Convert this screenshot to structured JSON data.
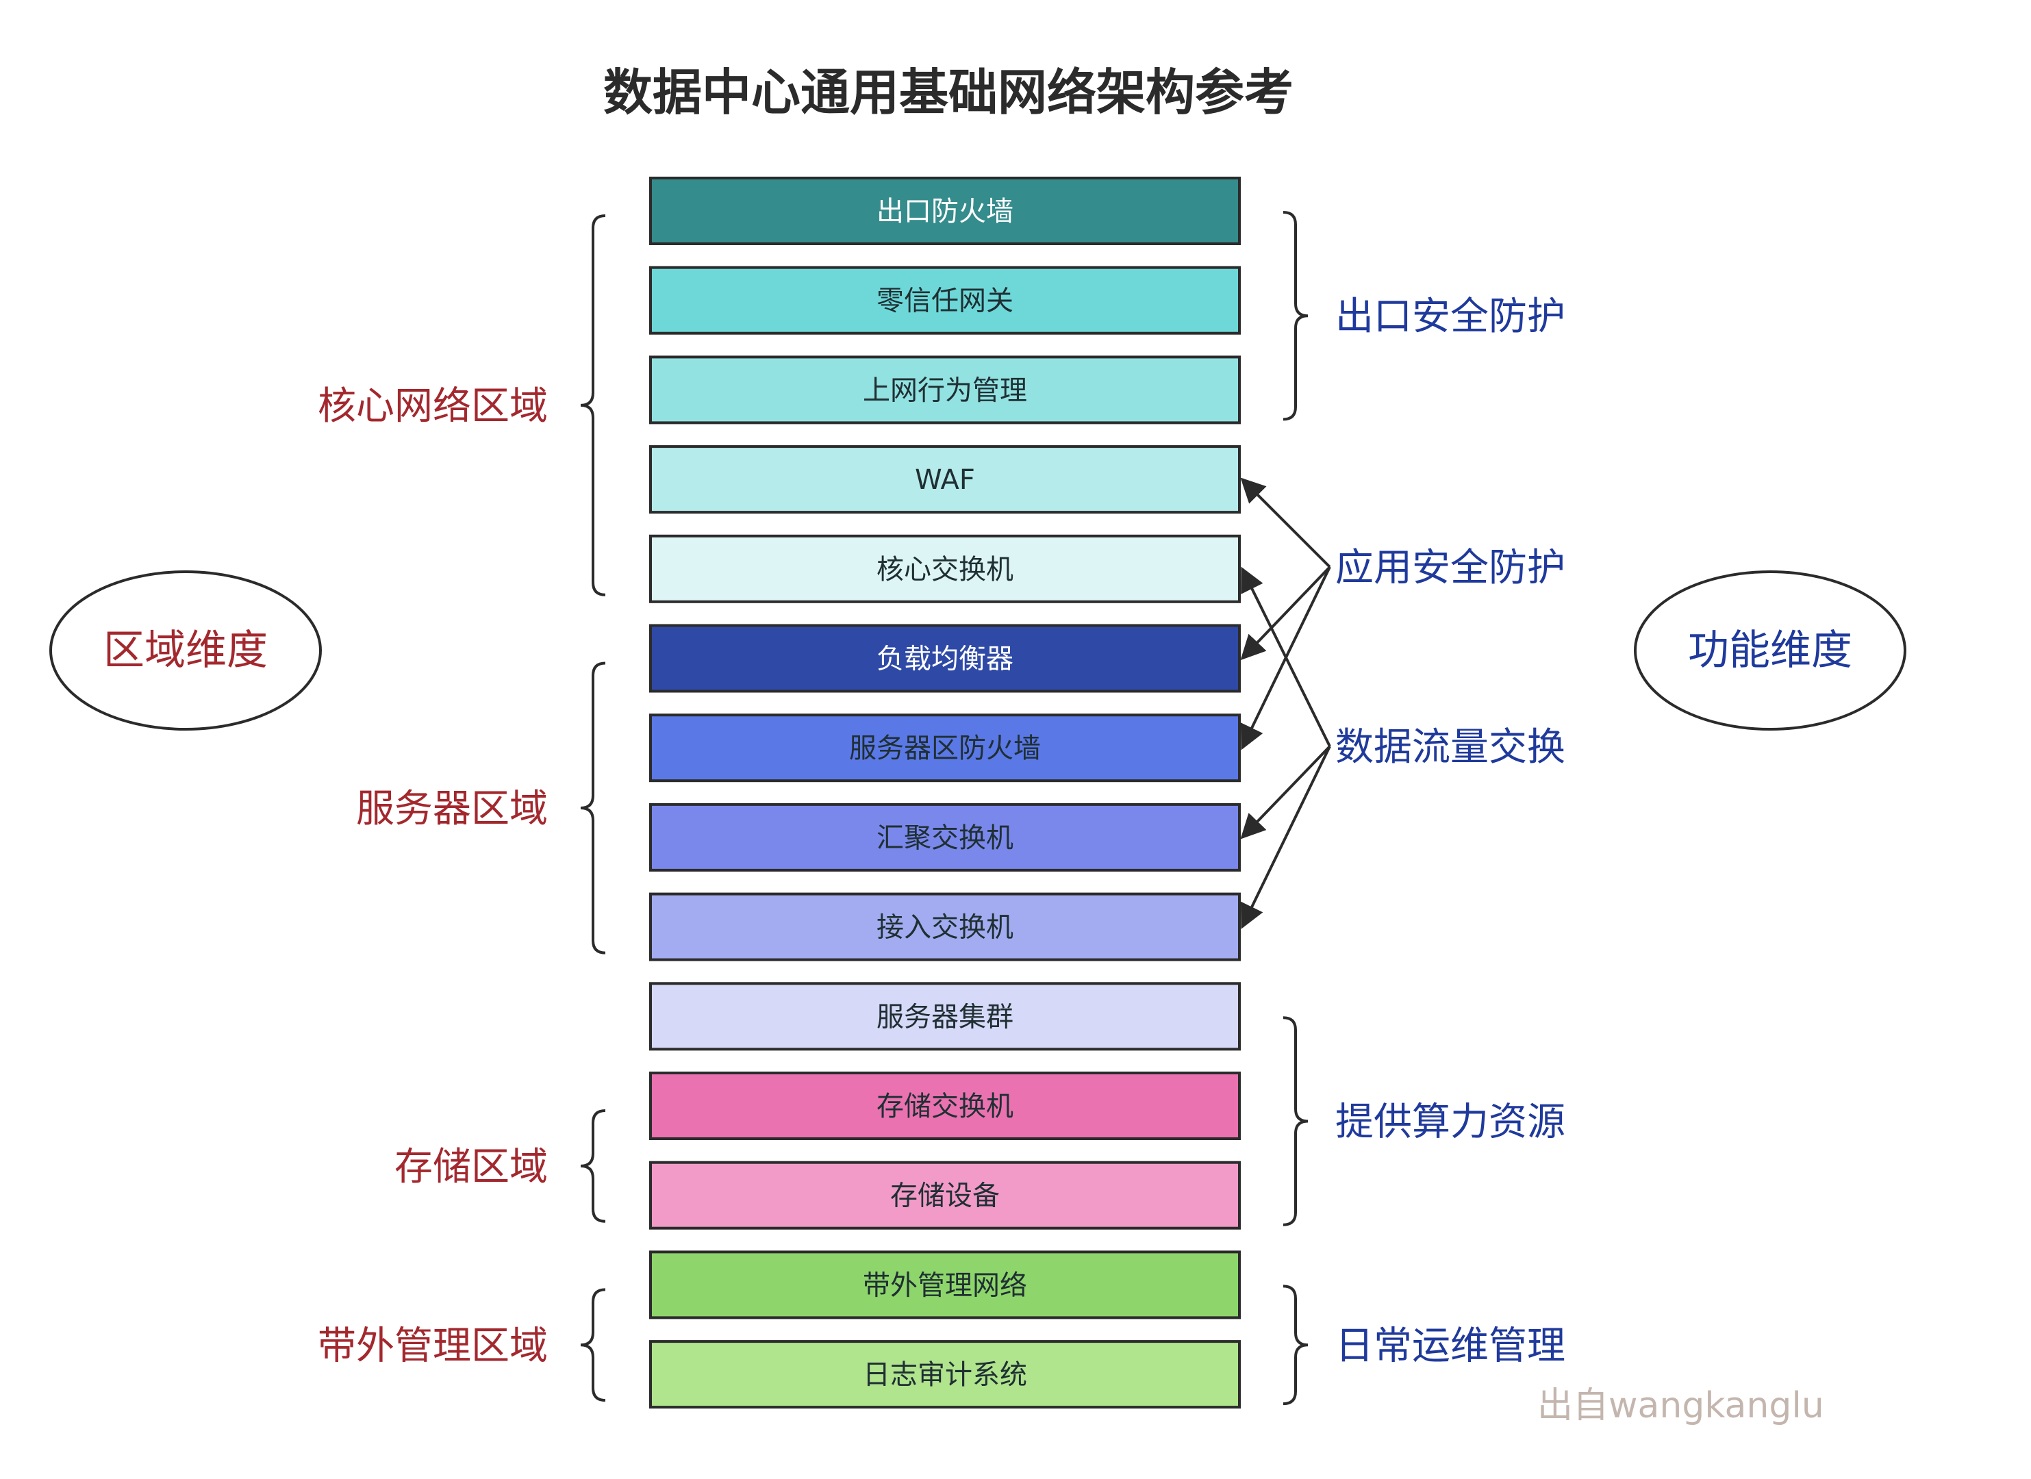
{
  "title": "数据中心通用基础网络架构参考",
  "left_dimension": {
    "label": "区域维度"
  },
  "right_dimension": {
    "label": "功能维度"
  },
  "layers": [
    {
      "label": "出口防火墙",
      "fill": "#358c8c",
      "text_color": "#ffffff"
    },
    {
      "label": "零信任网关",
      "fill": "#6ed8d8",
      "text_color": "#1f2f33"
    },
    {
      "label": "上网行为管理",
      "fill": "#93e2e2",
      "text_color": "#1f2f33"
    },
    {
      "label": "WAF",
      "fill": "#b6ebeb",
      "text_color": "#1f2f33"
    },
    {
      "label": "核心交换机",
      "fill": "#ddf5f5",
      "text_color": "#1f2f33"
    },
    {
      "label": "负载均衡器",
      "fill": "#2f4aa6",
      "text_color": "#ffffff"
    },
    {
      "label": "服务器区防火墙",
      "fill": "#5a78e6",
      "text_color": "#1f2f33"
    },
    {
      "label": "汇聚交换机",
      "fill": "#7a88ec",
      "text_color": "#1f2f33"
    },
    {
      "label": "接入交换机",
      "fill": "#a3acf0",
      "text_color": "#1f2f33"
    },
    {
      "label": "服务器集群",
      "fill": "#d6d9f7",
      "text_color": "#1f2f33"
    },
    {
      "label": "存储交换机",
      "fill": "#ea72b0",
      "text_color": "#1f2f33"
    },
    {
      "label": "存储设备",
      "fill": "#f29bc8",
      "text_color": "#1f2f33"
    },
    {
      "label": "带外管理网络",
      "fill": "#8ed66b",
      "text_color": "#1f2f33"
    },
    {
      "label": "日志审计系统",
      "fill": "#b0e48d",
      "text_color": "#1f2f33"
    }
  ],
  "zones": [
    {
      "label": "核心网络区域",
      "from_layer": 0,
      "to_layer": 4
    },
    {
      "label": "服务器区域",
      "from_layer": 5,
      "to_layer": 8
    },
    {
      "label": "存储区域",
      "from_layer": 10,
      "to_layer": 11
    },
    {
      "label": "带外管理区域",
      "from_layer": 12,
      "to_layer": 13
    }
  ],
  "functions": [
    {
      "label": "出口安全防护",
      "from_layer": 0,
      "to_layer": 2,
      "style": "brace"
    },
    {
      "label": "应用安全防护",
      "targets": [
        3,
        5,
        6
      ],
      "style": "arrows"
    },
    {
      "label": "数据流量交换",
      "targets": [
        4,
        7,
        8
      ],
      "style": "arrows"
    },
    {
      "label": "提供算力资源",
      "from_layer": 9,
      "to_layer": 11,
      "style": "brace"
    },
    {
      "label": "日常运维管理",
      "from_layer": 12,
      "to_layer": 13,
      "style": "brace"
    }
  ],
  "watermark": "出自wangkanglu",
  "colors": {
    "zone_text": "#a3282e",
    "function_text": "#1f3a9c",
    "stroke": "#2b2b2b"
  }
}
